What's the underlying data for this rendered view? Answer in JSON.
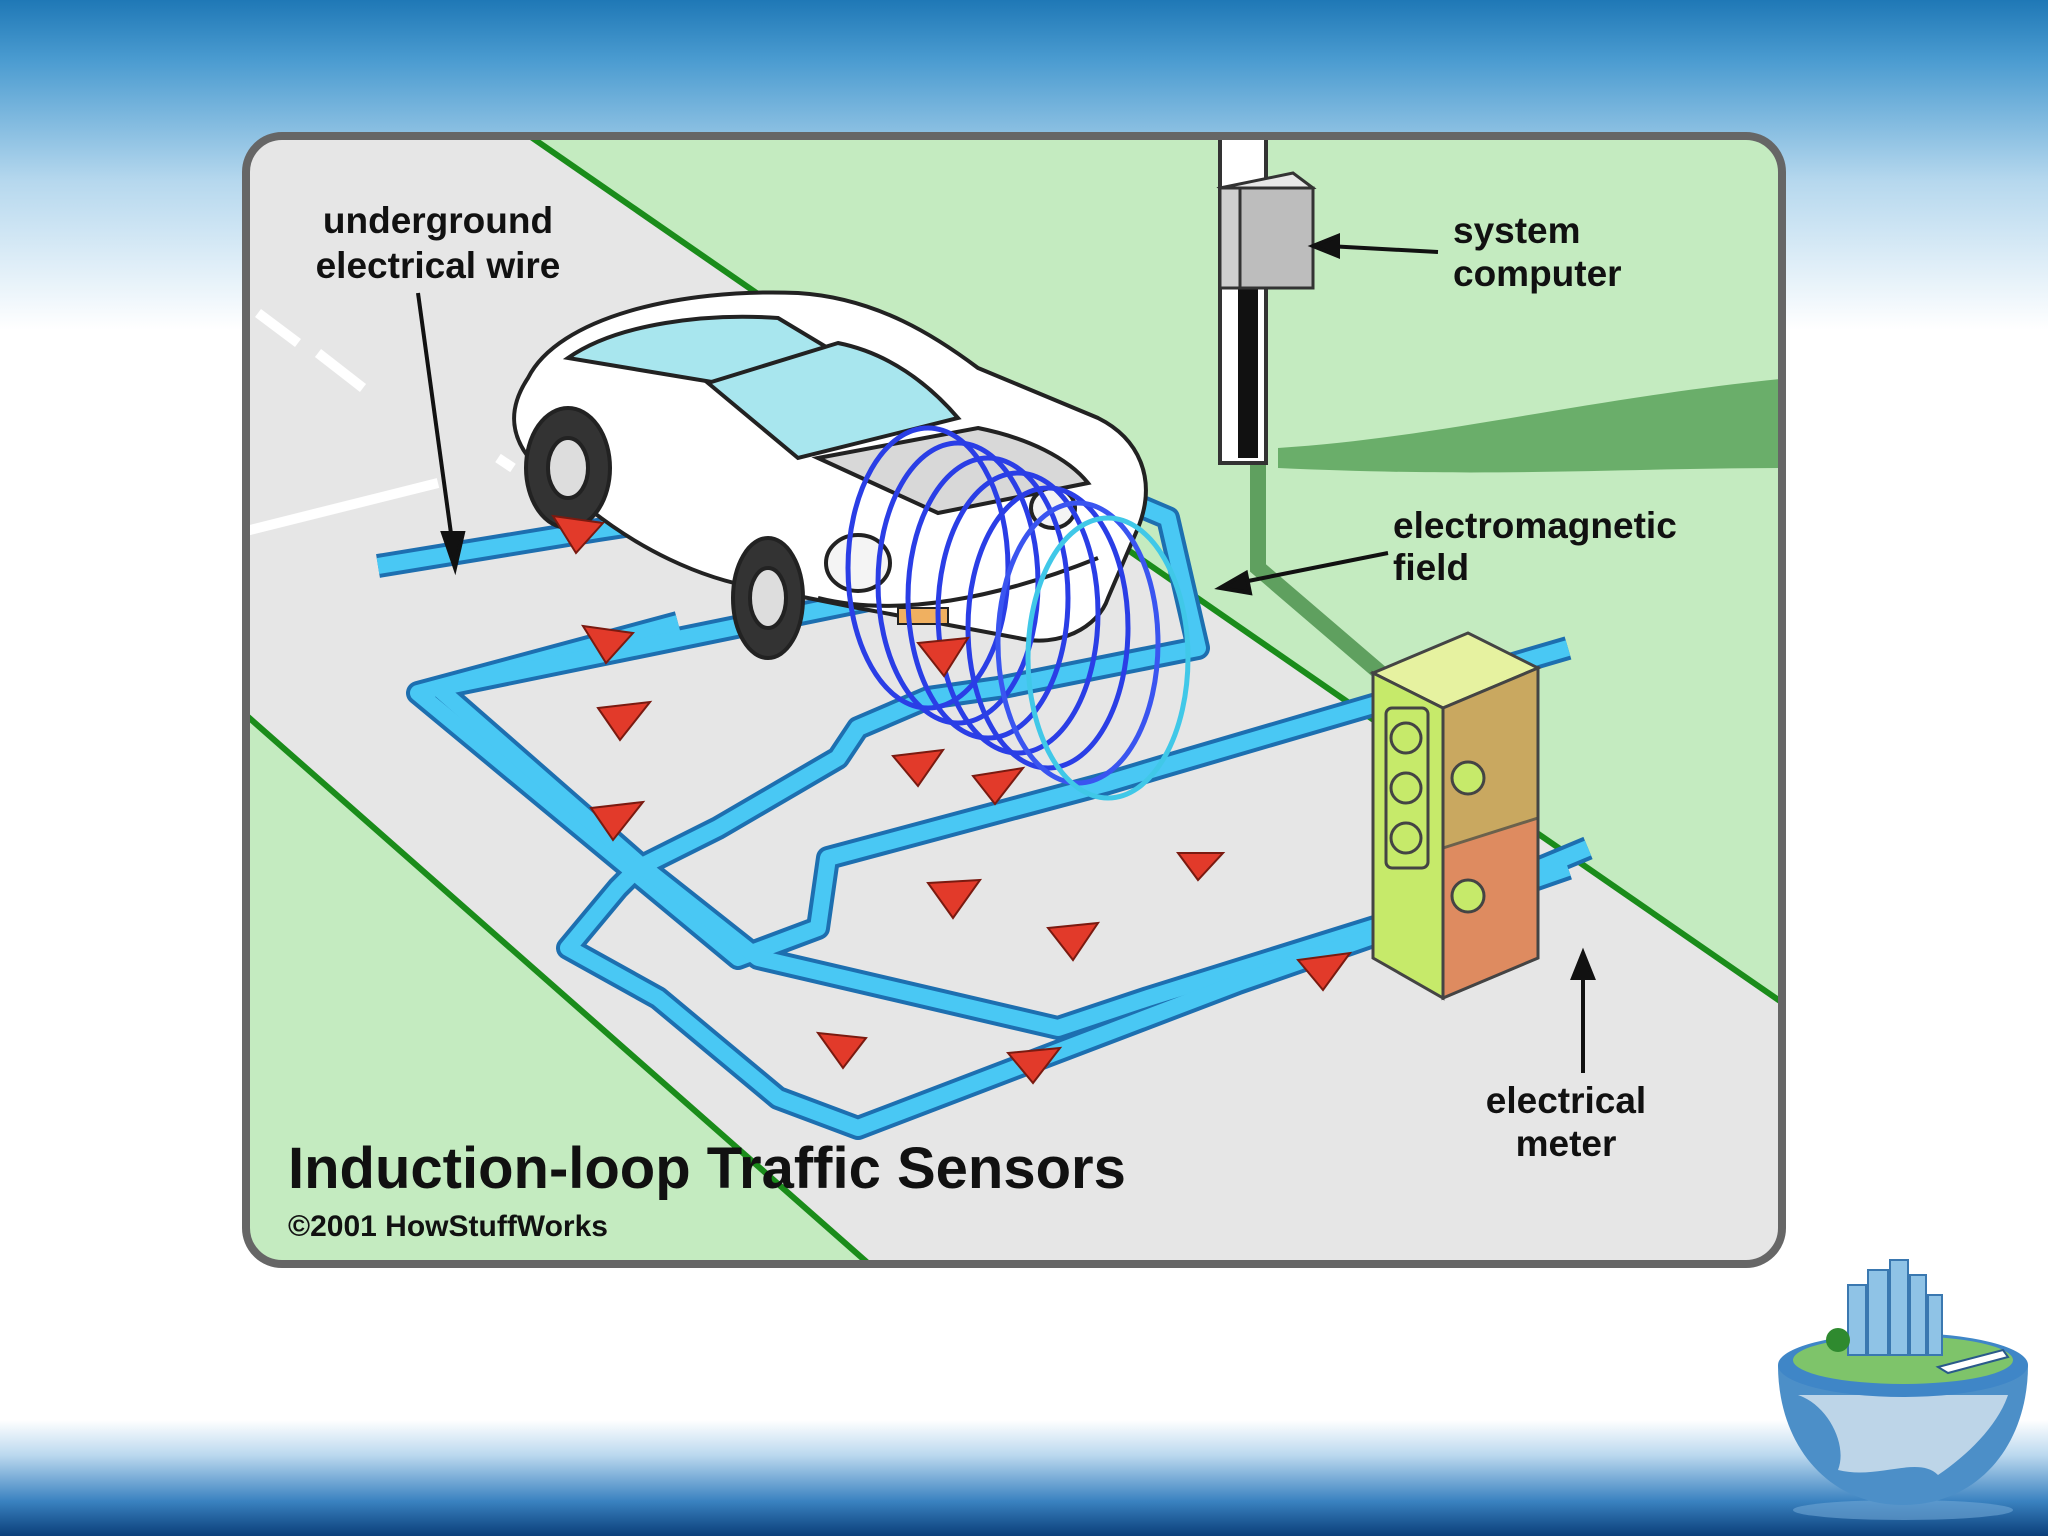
{
  "diagram": {
    "title": "Induction-loop Traffic Sensors",
    "copyright": "©2001 HowStuffWorks",
    "labels": {
      "underground_wire": [
        "underground",
        "electrical wire"
      ],
      "system_computer": [
        "system",
        "computer"
      ],
      "em_field": [
        "electromagnetic",
        "field"
      ],
      "electrical_meter": [
        "electrical",
        "meter"
      ]
    }
  },
  "colors": {
    "grass": "#c4ebc0",
    "road": "#e6e6e6",
    "wire": "#49c8f4",
    "arrow": "#e23a2a",
    "field": "#2a3ee6",
    "meter_box": "#c6ea6a"
  },
  "decor": {
    "logo": "globe-city-icon"
  }
}
